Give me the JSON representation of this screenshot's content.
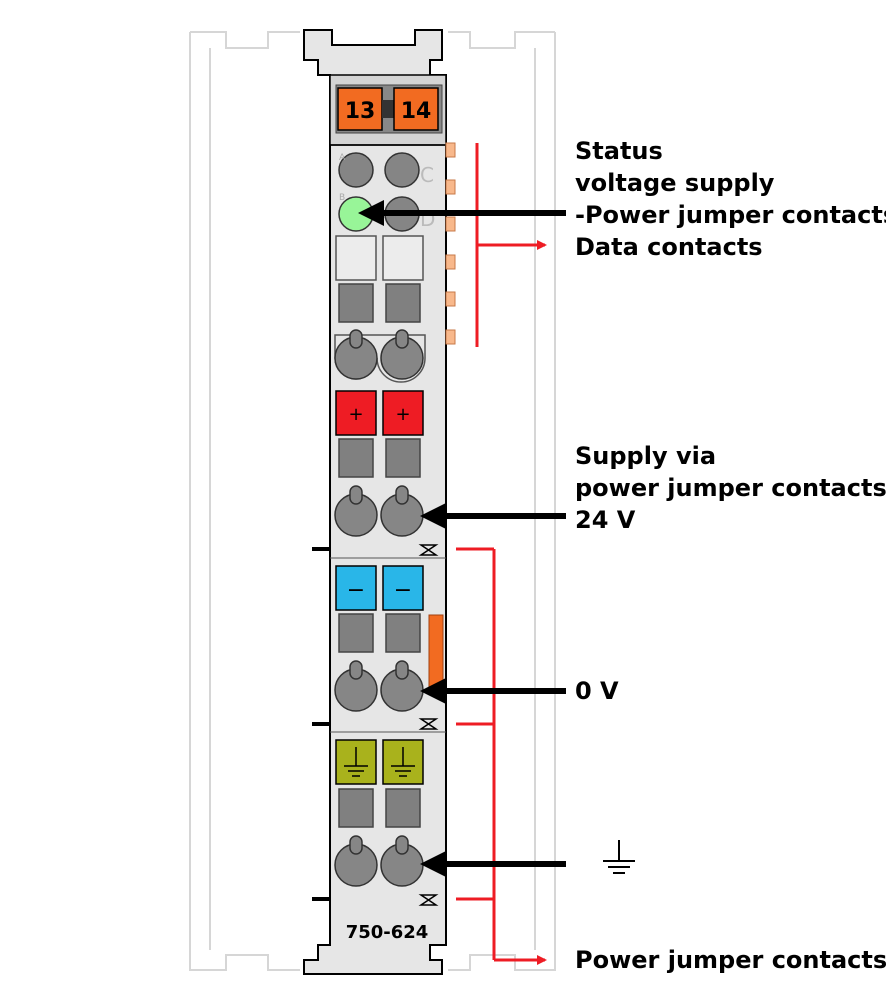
{
  "module": {
    "part_number": "750-624",
    "terminal_numbers": [
      "13",
      "14"
    ],
    "led_letters": [
      "A",
      "B",
      "C",
      "D"
    ]
  },
  "labels": {
    "status": [
      "Status",
      "voltage supply",
      "-Power jumper contacts"
    ],
    "data_contacts": "Data contacts",
    "supply": [
      "Supply via",
      "power jumper contacts",
      "24 V"
    ],
    "zero_volt": "0 V",
    "power_jumper_contacts": "Power jumper contacts"
  },
  "connector_markings": {
    "plus": "+",
    "minus": "−",
    "ground_icon": "ground-icon"
  },
  "colors": {
    "housing": "#e6e6e6",
    "terminal_tag": "#f26b21",
    "plus_terminal": "#ee1c24",
    "minus_terminal": "#29b6e8",
    "ground_terminal": "#a9b21c",
    "status_led": "#98f598",
    "contact_lines": "#ee1c24",
    "contact_pads": "#f8b88b"
  }
}
